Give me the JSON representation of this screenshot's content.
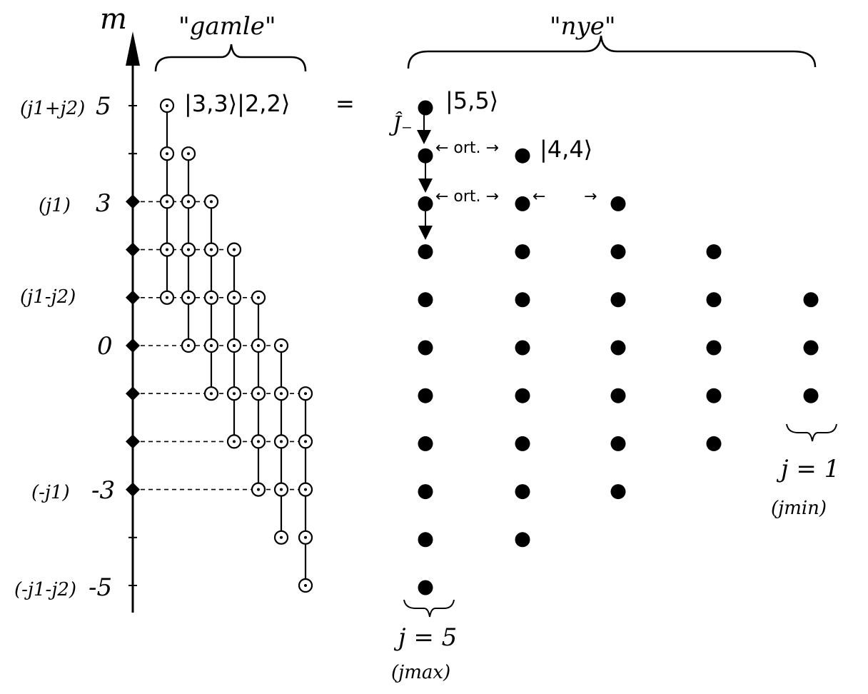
{
  "axis": {
    "label": "m",
    "ticks": [
      {
        "value": "5",
        "note": "(j1+j2)"
      },
      {
        "value": "3",
        "note": "(j1)"
      },
      {
        "value": "",
        "note": "(j1-j2)"
      },
      {
        "value": "0",
        "note": ""
      },
      {
        "value": "-3",
        "note": "(-j1)"
      },
      {
        "value": "-5",
        "note": "(-j1-j2)"
      }
    ]
  },
  "old_basis": {
    "title": "\"gamle\"",
    "top_state": "|3,3⟩|2,2⟩"
  },
  "equals": "=",
  "new_basis": {
    "title": "\"nye\"",
    "state_55": "|5,5⟩",
    "state_44": "|4,4⟩",
    "lowering_op": "Ĵ₋",
    "ort_label_1": "← ort. →",
    "ort_label_2": "← ort. →",
    "ort_arrow_left": "←",
    "ort_arrow_right": "→",
    "jmax_label": "j = 5",
    "jmax_sub": "(jmax)",
    "jmin_label": "j = 1",
    "jmin_sub": "(jmin)"
  },
  "columns_new": [
    {
      "j": 5,
      "count": 11
    },
    {
      "j": 4,
      "count": 9
    },
    {
      "j": 3,
      "count": 7
    },
    {
      "j": 2,
      "count": 5
    },
    {
      "j": 1,
      "count": 3
    }
  ],
  "columns_old": [
    {
      "m1": 3,
      "m2_from": 2,
      "m2_to": -2
    },
    {
      "m1": 2,
      "m2_from": 2,
      "m2_to": -2
    },
    {
      "m1": 1,
      "m2_from": 2,
      "m2_to": -2
    },
    {
      "m1": 0,
      "m2_from": 2,
      "m2_to": -2
    },
    {
      "m1": -1,
      "m2_from": 2,
      "m2_to": -2
    },
    {
      "m1": -2,
      "m2_from": 2,
      "m2_to": -2
    },
    {
      "m1": -3,
      "m2_from": 2,
      "m2_to": -2
    }
  ]
}
